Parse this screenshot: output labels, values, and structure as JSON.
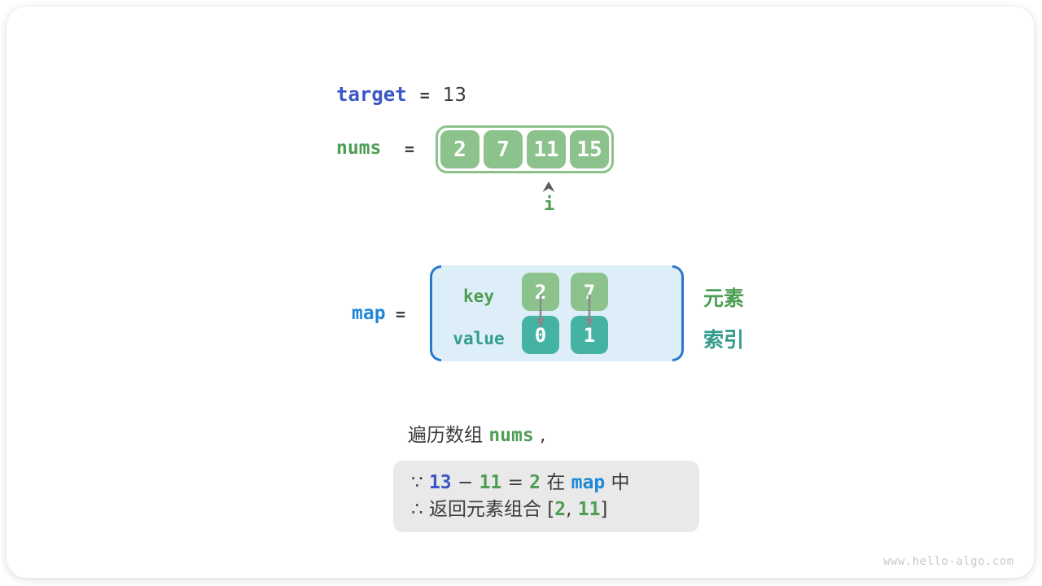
{
  "colors": {
    "royal_blue": "#3b56c6",
    "azure_blue": "#1f87d6",
    "green": "#4e9e55",
    "teal": "#339c8d",
    "cell_green_bg": "#8cc28c",
    "cell_teal_bg": "#44b3a4",
    "map_bg": "#ddeef9",
    "bracket_blue": "#2979cc",
    "dark_text": "#3c3c3c",
    "conclusion_bg": "#e9e9e9",
    "arrow_gray": "#8a8a8a"
  },
  "target_row": {
    "label": "target",
    "eq": "=",
    "value": "13"
  },
  "nums_row": {
    "label": "nums",
    "eq": "=",
    "cells": [
      "2",
      "7",
      "11",
      "15"
    ],
    "pointer_label": "i",
    "pointer_index": 2
  },
  "map_row": {
    "label": "map",
    "eq": "=",
    "key_row_label": "key",
    "value_row_label": "value",
    "entries": [
      {
        "key": "2",
        "value": "0"
      },
      {
        "key": "7",
        "value": "1"
      }
    ],
    "element_label": "元素",
    "index_label": "索引"
  },
  "caption_tokens": [
    {
      "t": "遍历数组 ",
      "c": "plain"
    },
    {
      "t": "nums",
      "c": "green"
    },
    {
      "t": " ,",
      "c": "plain"
    }
  ],
  "conclusion": {
    "line1": [
      {
        "t": "∵ ",
        "c": "plain"
      },
      {
        "t": "13",
        "c": "blue"
      },
      {
        "t": " − ",
        "c": "plain"
      },
      {
        "t": "11",
        "c": "green"
      },
      {
        "t": " = ",
        "c": "plain"
      },
      {
        "t": "2",
        "c": "green"
      },
      {
        "t": " 在 ",
        "c": "plain"
      },
      {
        "t": "map",
        "c": "azure"
      },
      {
        "t": " 中",
        "c": "plain"
      }
    ],
    "line2": [
      {
        "t": "∴ 返回元素组合 [",
        "c": "plain"
      },
      {
        "t": "2",
        "c": "green"
      },
      {
        "t": ", ",
        "c": "plain"
      },
      {
        "t": "11",
        "c": "green"
      },
      {
        "t": "]",
        "c": "plain"
      }
    ]
  },
  "watermark": "www.hello-algo.com"
}
